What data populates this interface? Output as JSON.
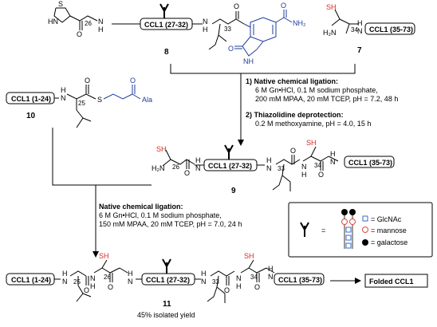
{
  "peptides": {
    "ccl1_27_32": "CCL1 (27-32)",
    "ccl1_35_73": "CCL1 (35-73)",
    "ccl1_1_24": "CCL1 (1-24)",
    "folded": "Folded CCL1"
  },
  "atoms": {
    "s": "S",
    "h_thz": "H",
    "n_thz": "N",
    "o": "O",
    "nh2": "NH₂",
    "h2n": "H₂N",
    "sh": "SH",
    "nh": "NH",
    "n": "N",
    "h": "H",
    "ala": "Ala"
  },
  "residue_numbers": {
    "r26": "26",
    "r33": "33",
    "r34": "34",
    "r25": "25"
  },
  "compounds": {
    "c8": "8",
    "c7": "7",
    "c10": "10",
    "c9": "9",
    "c11": "11"
  },
  "step1": {
    "label": "1) Native chemical ligation:",
    "line1": "6 M Gn•HCl, 0.1 M sodium phosphate,",
    "line2": "200 mM MPAA, 20 mM TCEP, pH = 7.2, 48 h"
  },
  "step2": {
    "label": "2) Thiazolidine deprotection:",
    "line1": "0.2 M methoxyamine, pH = 4.0, 15 h"
  },
  "step3": {
    "label": "Native chemical ligation:",
    "line1": "6 M Gn•HCl, 0.1 M sodium phosphate,",
    "line2": "150 mM MPAA, 20 mM TCEP, pH = 7.0, 24 h"
  },
  "legend": {
    "eq": "=",
    "glcnac": "= GlcNAc",
    "mannose": "= mannose",
    "galactose": "= galactose"
  },
  "yield": "45% isolated yield",
  "colors": {
    "blue": "#1f3c9c",
    "red": "#d8281e",
    "black": "#000000",
    "glcnac": "#3a6bc9",
    "mannose": "#e0483a"
  }
}
